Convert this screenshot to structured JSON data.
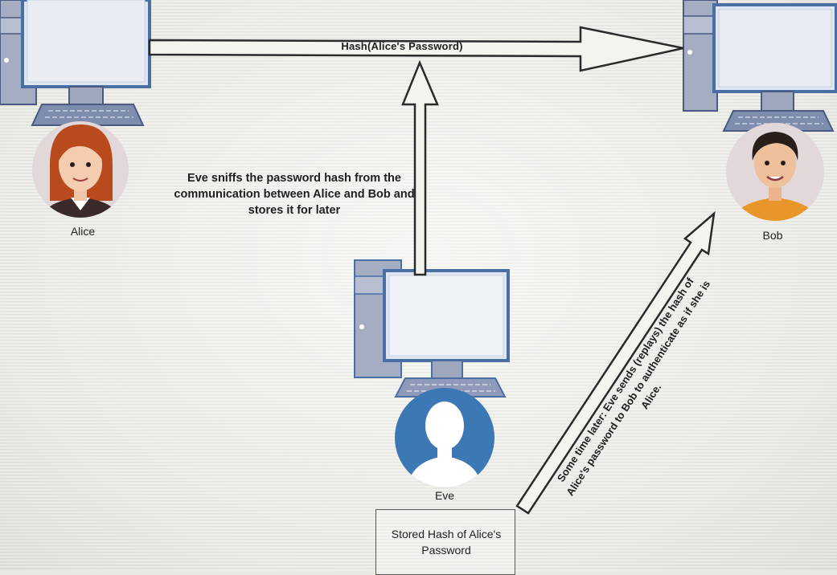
{
  "arrow_label": "Hash(Alice's Password)",
  "eve_note": "Eve sniffs the password hash from the communication between Alice and Bob and stores it for later",
  "replay_note": "Some time later: Eve sends (replays) the hash of Alice's password to Bob to authenticate as if she is Alice.",
  "stored_box": "Stored Hash of Alice's Password",
  "actors": {
    "alice": "Alice",
    "bob": "Bob",
    "eve": "Eve"
  },
  "colors": {
    "monitor_stroke": "#4a6fa5",
    "monitor_fill": "#e8ecf2",
    "tower_fill": "#9ea7bd",
    "eve_avatar": "#3c78b4",
    "bob_shirt": "#e8962a",
    "alice_hair": "#b84a1e"
  }
}
